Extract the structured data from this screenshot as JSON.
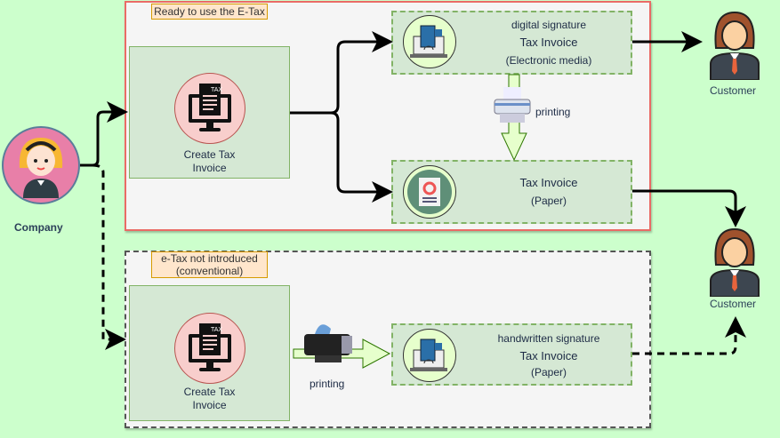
{
  "company": {
    "label": "Company"
  },
  "etax_group": {
    "tag": "Ready to use the E-Tax",
    "create": {
      "label_line1": "Create Tax",
      "label_line2": "Invoice",
      "badge": "TAX"
    },
    "digital": {
      "line1": "digital signature",
      "line2": "Tax Invoice",
      "line3": "(Electronic media)"
    },
    "printing": "printing",
    "paper": {
      "line1": "Tax Invoice",
      "line2": "(Paper)"
    }
  },
  "conv_group": {
    "tag_line1": "e-Tax not introduced",
    "tag_line2": "(conventional)",
    "create": {
      "label_line1": "Create Tax",
      "label_line2": "Invoice",
      "badge": "TAX"
    },
    "printing": "printing",
    "handwritten": {
      "line1": "handwritten signature",
      "line2": "Tax Invoice",
      "line3": "(Paper)"
    }
  },
  "customer_top": {
    "label": "Customer"
  },
  "customer_bottom": {
    "label": "Customer"
  }
}
